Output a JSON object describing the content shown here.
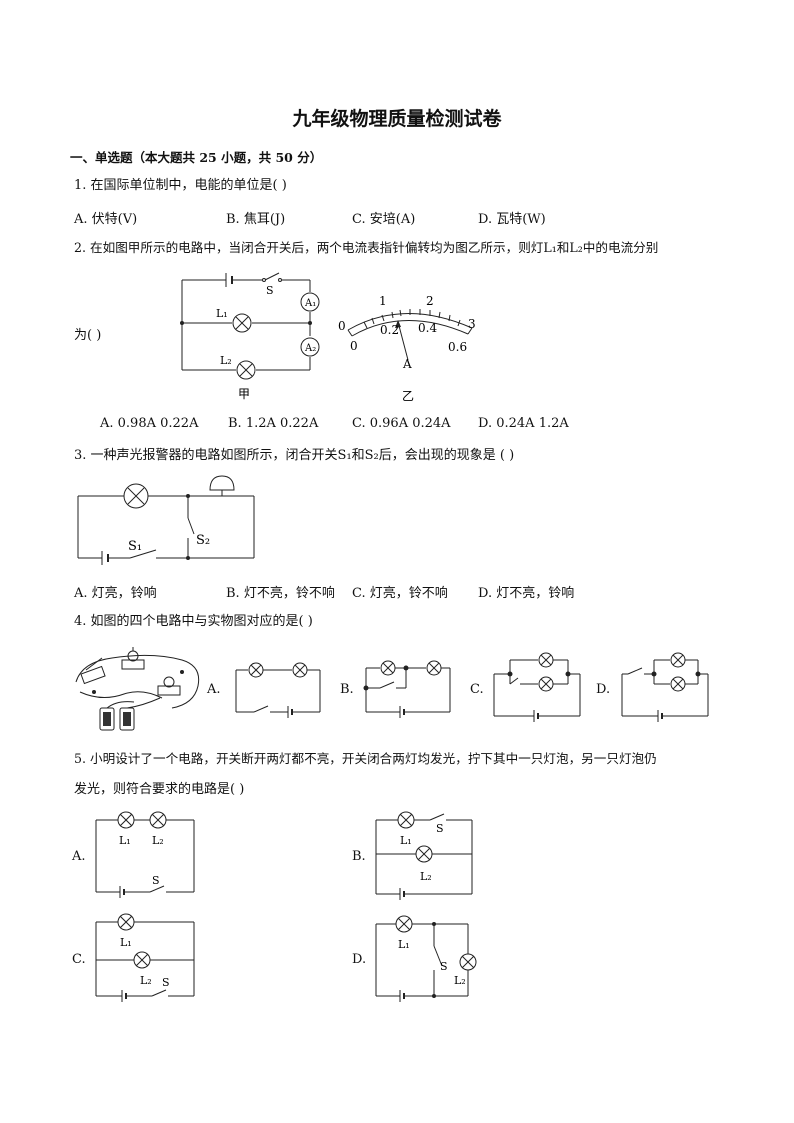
{
  "title": "九年级物理质量检测试卷",
  "section1": "一、单选题（本大题共 25 小题，共 50 分）",
  "q1": {
    "stem": "1. 在国际单位制中，电能的单位是(   )",
    "options": [
      "A. 伏特(V)",
      "B. 焦耳(J)",
      "C. 安培(A)",
      "D. 瓦特(W)"
    ]
  },
  "q2": {
    "stem_line1": "2. 在如图甲所示的电路中，当闭合开关后，两个电流表指针偏转均为图乙所示，则灯L₁和L₂中的电流分别",
    "stem_line2": "为(   )",
    "figure": {
      "switch": "S",
      "a1": "A₁",
      "a2": "A₂",
      "l1": "L₁",
      "l2": "L₂",
      "jia": "甲",
      "yi": "乙",
      "scale_top": [
        "0",
        "1",
        "2",
        "3"
      ],
      "scale_bottom": [
        "0",
        "0.2",
        "0.4",
        "0.6"
      ],
      "meter_label": "A"
    },
    "options": [
      "A. 0.98A  0.22A",
      "B.  1.2A  0.22A",
      "C.  0.96A  0.24A",
      "D.  0.24A  1.2A"
    ]
  },
  "q3": {
    "stem": "3. 一种声光报警器的电路如图所示，闭合开关S₁和S₂后，会出现的现象是 (   )",
    "figure": {
      "s1": "S₁",
      "s2": "S₂"
    },
    "options": [
      "A. 灯亮，铃响",
      "B. 灯不亮，铃不响",
      "C. 灯亮，铃不响",
      "D. 灯不亮，铃响"
    ]
  },
  "q4": {
    "stem": "4. 如图的四个电路中与实物图对应的是(   )",
    "option_letters": [
      "A.",
      "B.",
      "C.",
      "D."
    ]
  },
  "q5": {
    "stem_line1": "5. 小明设计了一个电路，开关断开两灯都不亮，开关闭合两灯均发光，拧下其中一只灯泡，另一只灯泡仍",
    "stem_line2": "发光，则符合要求的电路是(   )",
    "option_letters": [
      "A.",
      "B.",
      "C.",
      "D."
    ],
    "labels": {
      "l1": "L₁",
      "l2": "L₂",
      "s": "S"
    }
  }
}
